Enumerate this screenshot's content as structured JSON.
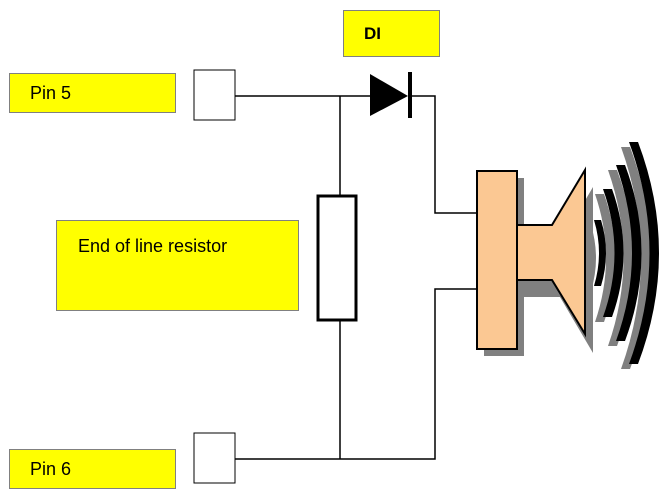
{
  "labels": {
    "pin5": "Pin 5",
    "pin6": "Pin 6",
    "diode": "DI",
    "resistor": "End of line resistor"
  },
  "colors": {
    "label_fill": "#ffff00",
    "speaker_fill": "#fbc893",
    "shadow": "#808080",
    "wire": "#000000"
  }
}
